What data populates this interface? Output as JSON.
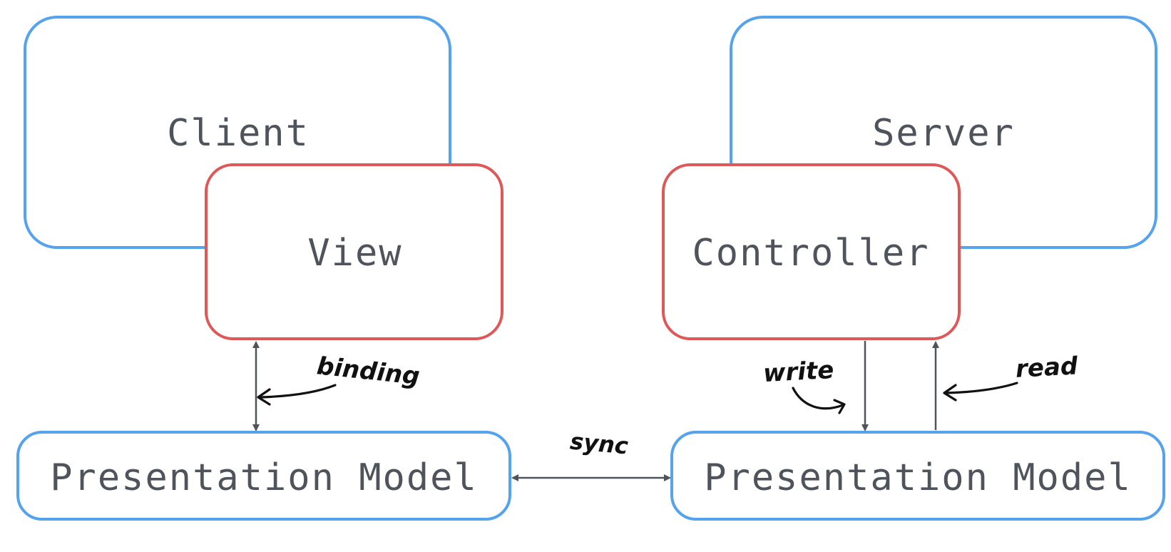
{
  "colors": {
    "container_stroke": "#55a3ec",
    "component_stroke": "#e05757",
    "text": "#4f545c",
    "connector": "#4f545c",
    "annotation": "#111111",
    "background": "#ffffff"
  },
  "nodes": {
    "client": "Client",
    "server": "Server",
    "view": "View",
    "controller": "Controller",
    "pm_left": "Presentation Model",
    "pm_right": "Presentation Model"
  },
  "annotations": {
    "binding": "binding",
    "write": "write",
    "read": "read",
    "sync": "sync"
  }
}
